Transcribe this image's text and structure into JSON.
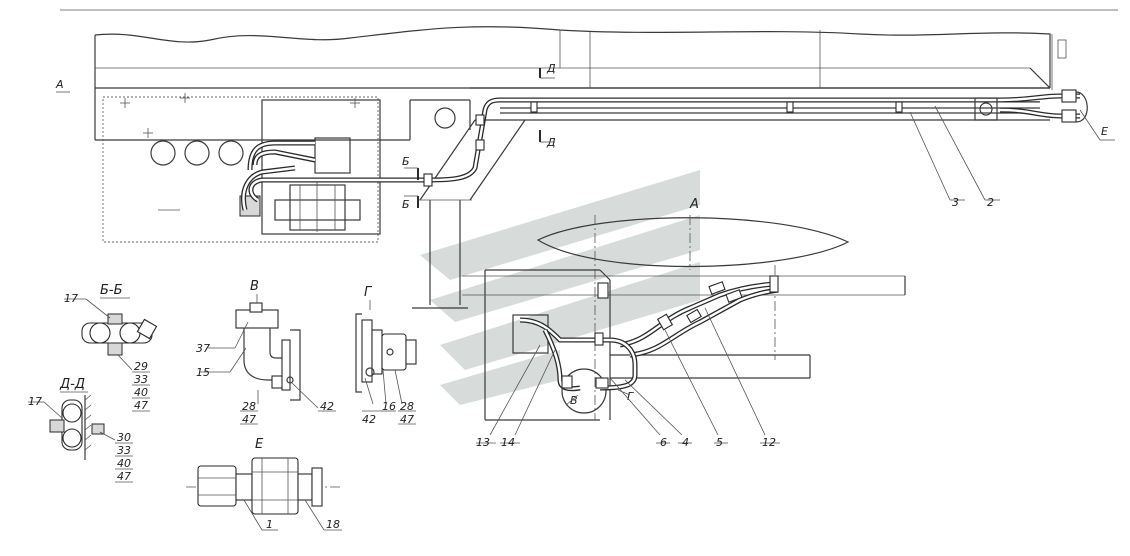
{
  "views": {
    "main_arrow": "А",
    "view_a": "А",
    "bb": "Б-Б",
    "dd": "Д-Д",
    "v": "В",
    "g": "Г",
    "e": "Е",
    "cut_b_top": "Б",
    "cut_b_bot": "Б",
    "cut_d_top": "Д",
    "cut_d_bot": "Д",
    "mark_e": "Е",
    "mark_v": "В",
    "mark_g": "Г"
  },
  "callouts": {
    "main": [
      "3",
      "2"
    ],
    "view_a": [
      "13",
      "14",
      "6",
      "4",
      "5",
      "12"
    ],
    "bb_top": "17",
    "bb_stack": [
      "29",
      "33",
      "40",
      "47"
    ],
    "dd_top": "17",
    "dd_stack": [
      "30",
      "33",
      "40",
      "47"
    ],
    "v_left": [
      "37",
      "15"
    ],
    "v_bottom": [
      "28",
      "47"
    ],
    "v_right": "42",
    "g_bottom": [
      "42",
      "16",
      "28",
      "47"
    ],
    "e_bottom": [
      "1",
      "18"
    ]
  },
  "colors": {
    "line": "#3a3a3a",
    "watermark": "#c9cfcc"
  }
}
